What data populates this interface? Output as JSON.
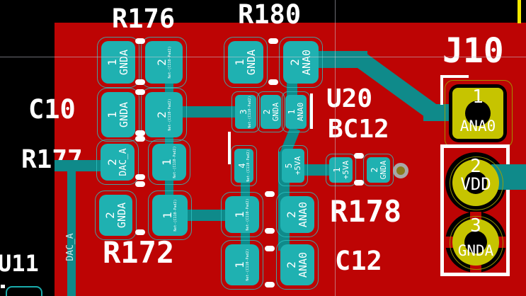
{
  "editor": {
    "view": "pcb-layout-canvas"
  },
  "colors": {
    "background": "#000000",
    "copper_zone_red": "#bd0404",
    "copper_teal": "#0f8a8a",
    "pad_teal": "#1fb1b1",
    "th_pad_yellow": "#c6c400",
    "silkscreen": "#ffffff",
    "edge_marker_yellow": "#f2e800",
    "via_ring": "#a8a8a8",
    "via_hole": "#8a7a1e"
  },
  "references": {
    "r176": "R176",
    "r180": "R180",
    "c10": "C10",
    "r177": "R177",
    "u11": "U11",
    "r172": "R172",
    "u20": "U20",
    "bc12": "BC12",
    "r178": "R178",
    "c12": "C12",
    "j10": "J10"
  },
  "trace_label": "DAC_A",
  "pads": [
    {
      "num": "1",
      "net": "GNDA"
    },
    {
      "num": "2",
      "net": "Net-(C110-Pad2)"
    },
    {
      "num": "1",
      "net": "GNDA"
    },
    {
      "num": "2",
      "net": "Net-(C110-Pad2)"
    },
    {
      "num": "2",
      "net": "DAC_A"
    },
    {
      "num": "1",
      "net": "Net-(C110-Pad2)"
    },
    {
      "num": "2",
      "net": "GNDA"
    },
    {
      "num": "1",
      "net": "Net-(C110-Pad2)"
    },
    {
      "num": "1",
      "net": "GNDA"
    },
    {
      "num": "2",
      "net": "ANA0"
    },
    {
      "num": "3",
      "net": "Net-(C110-Pad2)"
    },
    {
      "num": "2",
      "net": "GNDA"
    },
    {
      "num": "1",
      "net": "ANA0"
    },
    {
      "num": "4",
      "net": "Net-(C110-Pad2)"
    },
    {
      "num": "5",
      "net": "+5VA"
    },
    {
      "num": "1",
      "net": "+5VA"
    },
    {
      "num": "2",
      "net": "GNDA"
    },
    {
      "num": "1",
      "net": "Net-(C110-Pad2)"
    },
    {
      "num": "2",
      "net": "ANA0"
    },
    {
      "num": "1",
      "net": "Net-(C110-Pad2)"
    },
    {
      "num": "2",
      "net": "ANA0"
    }
  ],
  "th_pads": [
    {
      "num": "1",
      "net": "ANA0"
    },
    {
      "num": "2",
      "net": "VDD"
    },
    {
      "num": "3",
      "net": "GNDA"
    }
  ]
}
